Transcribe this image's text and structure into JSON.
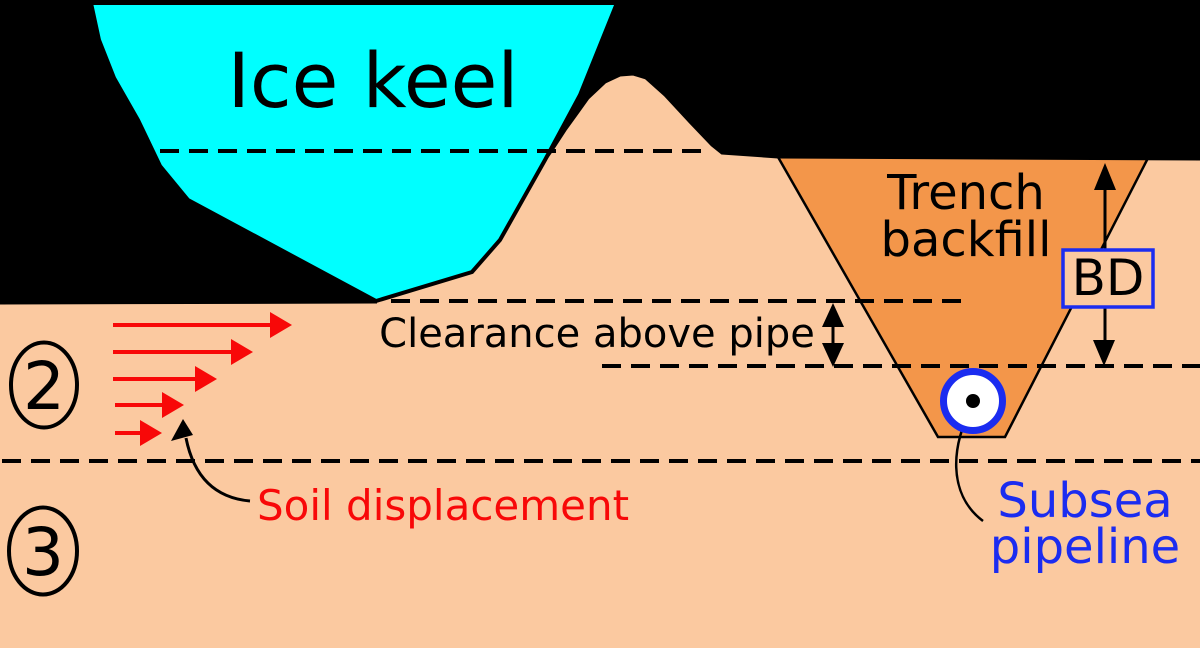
{
  "diagram": {
    "labels": {
      "ice_keel": "Ice keel",
      "trench_line1": "Trench",
      "trench_line2": "backfill",
      "burial_depth": "BD",
      "clearance": "Clearance above pipe",
      "soil_displacement": "Soil displacement",
      "pipeline_line1": "Subsea",
      "pipeline_line2": "pipeline"
    },
    "zones": {
      "zone2": "2",
      "zone3": "3"
    },
    "colors": {
      "water": "#000000",
      "ice": "#00ffff",
      "seabed": "#fbc9a0",
      "trench_backfill": "#f3964a",
      "blue": "#1b2cf0",
      "red": "#f80808",
      "pipe_white": "#ffffff",
      "outline": "#000000"
    }
  }
}
